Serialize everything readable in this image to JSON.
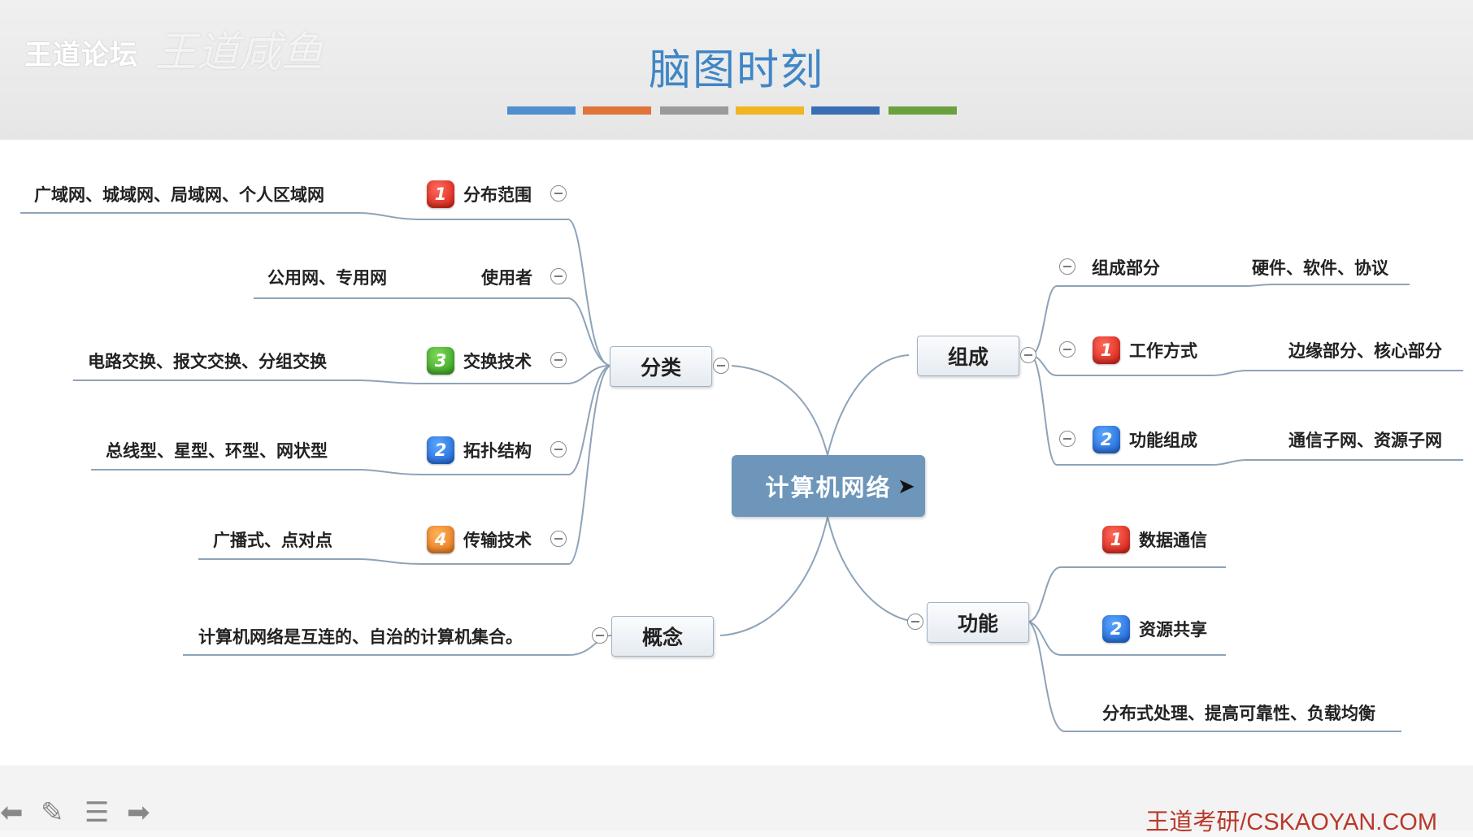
{
  "header": {
    "logo": "王道论坛",
    "logo_signature": "王道咸鱼",
    "title": "脑图时刻",
    "stripe_colors": [
      "#4f8fce",
      "#e0743a",
      "#9a9a9a",
      "#f2b420",
      "#3a6db3",
      "#6aa13e"
    ]
  },
  "mindmap": {
    "root": "计算机网络",
    "classification": {
      "label": "分类",
      "items": [
        {
          "badge": "1",
          "badge_color": "red",
          "label": "分布范围",
          "detail": "广域网、城域网、局域网、个人区域网"
        },
        {
          "badge": "",
          "badge_color": "",
          "label": "使用者",
          "detail": "公用网、专用网"
        },
        {
          "badge": "3",
          "badge_color": "green",
          "label": "交换技术",
          "detail": "电路交换、报文交换、分组交换"
        },
        {
          "badge": "2",
          "badge_color": "blue",
          "label": "拓扑结构",
          "detail": "总线型、星型、环型、网状型"
        },
        {
          "badge": "4",
          "badge_color": "orange",
          "label": "传输技术",
          "detail": "广播式、点对点"
        }
      ]
    },
    "concept": {
      "label": "概念",
      "detail": "计算机网络是互连的、自治的计算机集合。"
    },
    "composition": {
      "label": "组成",
      "items": [
        {
          "badge": "",
          "badge_color": "",
          "label": "组成部分",
          "detail": "硬件、软件、协议"
        },
        {
          "badge": "1",
          "badge_color": "red",
          "label": "工作方式",
          "detail": "边缘部分、核心部分"
        },
        {
          "badge": "2",
          "badge_color": "blue",
          "label": "功能组成",
          "detail": "通信子网、资源子网"
        }
      ]
    },
    "function": {
      "label": "功能",
      "items": [
        {
          "badge": "1",
          "badge_color": "red",
          "label": "数据通信"
        },
        {
          "badge": "2",
          "badge_color": "blue",
          "label": "资源共享"
        },
        {
          "badge": "",
          "badge_color": "",
          "label": "分布式处理、提高可靠性、负载均衡"
        }
      ]
    }
  },
  "footer": {
    "brand": "王道考研/CSKAOYAN.COM",
    "icons": [
      "back-arrow-icon",
      "pen-icon",
      "menu-icon",
      "forward-arrow-icon"
    ]
  }
}
